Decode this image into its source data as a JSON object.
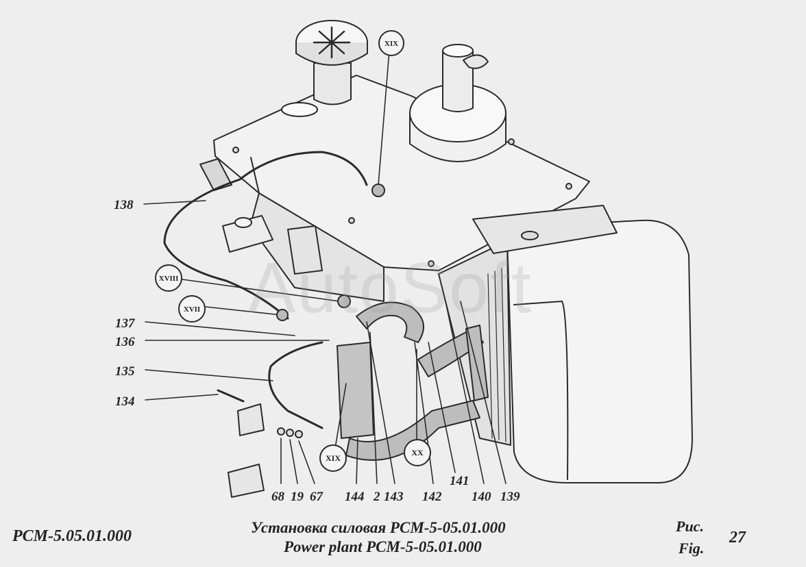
{
  "watermark": "AutoSoft",
  "callouts": {
    "c138": "138",
    "c137": "137",
    "c136": "136",
    "c135": "135",
    "c134": "134",
    "c68": "68",
    "c19": "19",
    "c67": "67",
    "c144": "144",
    "c2": "2",
    "c143": "143",
    "c142": "142",
    "c141": "141",
    "c140": "140",
    "c139": "139"
  },
  "views": {
    "xix_top": "XIX",
    "xviii": "XVIII",
    "xvii": "XVII",
    "xix_bottom": "XIX",
    "xx": "XX"
  },
  "footer": {
    "doc_code": "РСМ-5.05.01.000",
    "title_ru": "Установка силовая РСМ-5-05.01.000",
    "title_en": "Power plant РСМ-5-05.01.000",
    "fig_ru": "Рис.",
    "fig_en": "Fig.",
    "fig_number": "27"
  }
}
